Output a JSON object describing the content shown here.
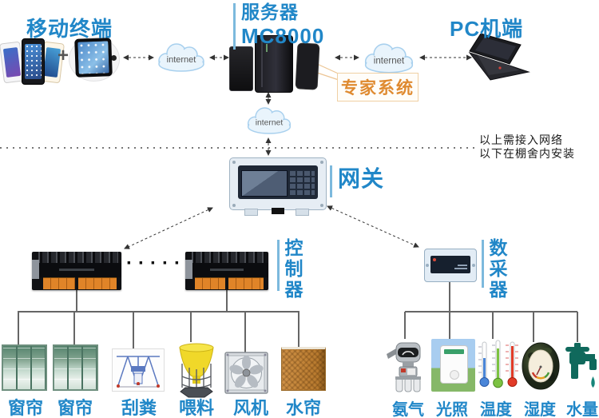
{
  "header": {
    "mobile_label": "移动终端",
    "plus": "+",
    "server_label_line1": "服务器",
    "server_label_line2": "MC8000",
    "pc_label": "PC机端",
    "internet_label": "internet",
    "expert_system_label": "专家系统"
  },
  "divider": {
    "line1": "以上需接入网络",
    "line2": "以下在棚舍内安装"
  },
  "middle": {
    "gateway_label": "网关",
    "controller_label": "控制器",
    "collector_label": "数采器",
    "ellipsis": "·····"
  },
  "actuators": [
    {
      "label": "窗帘",
      "icon": "curtain-icon"
    },
    {
      "label": "窗帘",
      "icon": "curtain-icon"
    },
    {
      "label": "刮粪",
      "icon": "manure-scraper-icon"
    },
    {
      "label": "喂料",
      "icon": "feeder-hopper-icon"
    },
    {
      "label": "风机",
      "icon": "exhaust-fan-icon"
    },
    {
      "label": "水帘",
      "icon": "cooling-pad-icon"
    }
  ],
  "sensors": [
    {
      "label": "氨气",
      "icon": "ammonia-sensor-icon"
    },
    {
      "label": "光照",
      "icon": "light-sensor-icon"
    },
    {
      "label": "温度",
      "icon": "thermometer-icon"
    },
    {
      "label": "湿度",
      "icon": "humidity-gauge-icon"
    },
    {
      "label": "水量",
      "icon": "water-faucet-icon"
    }
  ],
  "icons": {
    "mobile": "smartphones-icon",
    "tablet": "tablet-icon",
    "server": "server-towers-icon",
    "pc": "laptop-icon",
    "cloud": "internet-cloud-icon",
    "gateway": "gateway-panel-icon",
    "controller": "controller-board-icon",
    "collector": "data-collector-box-icon"
  },
  "colors": {
    "label_blue": "#2187c8",
    "expert_orange": "#df8a30",
    "accent_bar_blue": "#7cb9dd",
    "line_gray": "#666666",
    "cloud_fill": "#e9f4fc",
    "cloud_border": "#a8d0ee",
    "feeder_yellow": "#f0d829",
    "cooling_pad_brown": "#c08038",
    "connector_orange": "#d97a28",
    "faucet_teal": "#10695c"
  }
}
